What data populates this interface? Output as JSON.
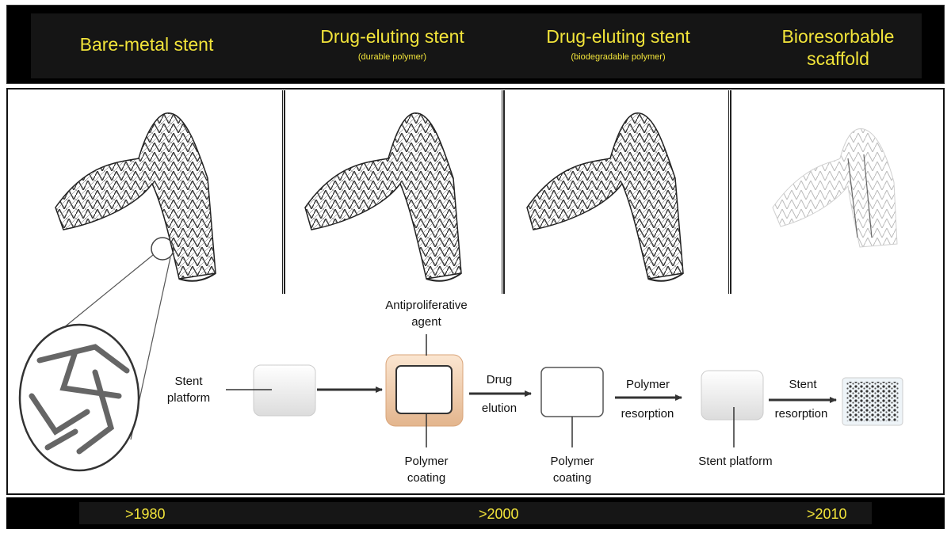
{
  "header": {
    "columns": [
      {
        "title": "Bare-metal stent",
        "subtitle": ""
      },
      {
        "title": "Drug-eluting stent",
        "subtitle": "(durable polymer)"
      },
      {
        "title": "Drug-eluting stent",
        "subtitle": "(biodegradable polymer)"
      },
      {
        "title": "Bioresorbable scaffold",
        "subtitle": ""
      }
    ]
  },
  "diagram": {
    "labels": {
      "stent_platform_left": "Stent platform",
      "antiproliferative": "Antiproliferative agent",
      "polymer_coating_1": "Polymer coating",
      "drug": "Drug",
      "elution": "elution",
      "polymer_coating_2": "Polymer coating",
      "polymer": "Polymer",
      "resorption_1": "resorption",
      "stent_platform_right": "Stent platform",
      "stent": "Stent",
      "resorption_2": "resorption"
    }
  },
  "timeline": {
    "eras": [
      ">1980",
      ">2000",
      ">2010"
    ]
  },
  "colors": {
    "header_text": "#f2e43a",
    "coating_tint": "#f0c9a6"
  }
}
